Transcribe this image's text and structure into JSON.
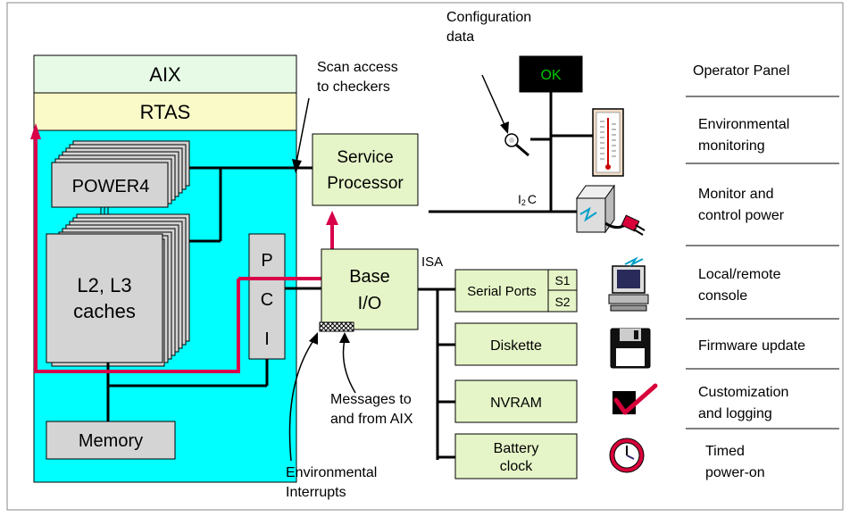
{
  "colors": {
    "cyan": "#00ffff",
    "mint": "#e6fae6",
    "cream": "#fafac8",
    "gray_box": "#d4d4d4",
    "green_box": "#e6f5c8",
    "black_panel": "#000000",
    "ok_text": "#00c800",
    "red_path": "#d8004a"
  },
  "left_block": {
    "aix": "AIX",
    "rtas": "RTAS",
    "power4": "POWER4",
    "caches_line1": "L2, L3",
    "caches_line2": "caches",
    "memory": "Memory",
    "pci_p": "P",
    "pci_c": "C",
    "pci_i": "I"
  },
  "middle": {
    "service_processor_line1": "Service",
    "service_processor_line2": "Processor",
    "base_io_line1": "Base",
    "base_io_line2": "I/O",
    "isa": "ISA",
    "i2c_main": "I",
    "i2c_sub": "2",
    "i2c_c": "C"
  },
  "devices": {
    "serial_ports": "Serial Ports",
    "s1": "S1",
    "s2": "S2",
    "diskette": "Diskette",
    "nvram": "NVRAM",
    "battery_line1": "Battery",
    "battery_line2": "clock",
    "ok": "OK"
  },
  "annotations": {
    "config_line1": "Configuration",
    "config_line2": "data",
    "scan_line1": "Scan access",
    "scan_line2": "to checkers",
    "messages_line1": "Messages to",
    "messages_line2": "and from AIX",
    "env_int_line1": "Environmental",
    "env_int_line2": "Interrupts"
  },
  "right_column": [
    {
      "line1": "Operator Panel",
      "line2": ""
    },
    {
      "line1": "Environmental",
      "line2": "monitoring"
    },
    {
      "line1": "Monitor and",
      "line2": "control power"
    },
    {
      "line1": "Local/remote",
      "line2": "console"
    },
    {
      "line1": "Firmware update",
      "line2": ""
    },
    {
      "line1": "Customization",
      "line2": "and logging"
    },
    {
      "line1": "Timed",
      "line2": "power-on"
    }
  ],
  "icons": {
    "magnifier": "magnifier-icon",
    "thermometer": "thermometer-icon",
    "power_supply": "power-supply-icon",
    "computer": "computer-icon",
    "floppy": "floppy-disk-icon",
    "checkmark": "checkmark-icon",
    "clock": "clock-icon"
  }
}
